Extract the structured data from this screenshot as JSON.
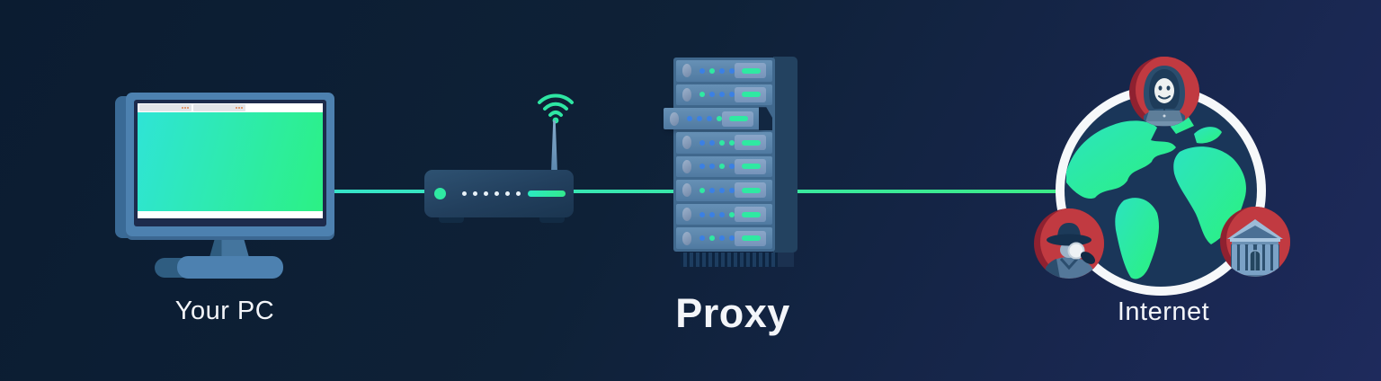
{
  "labels": {
    "pc": "Your PC",
    "proxy": "Proxy",
    "internet": "Internet"
  },
  "colors": {
    "bg_start": "#0b1c31",
    "bg_mid": "#0e2137",
    "bg_end": "#1e2a5c",
    "line_start": "#36e3c9",
    "line_end": "#3cea87",
    "screen_start": "#2fe4d6",
    "screen_end": "#2cf184",
    "monitor_blue": "#4d81b0",
    "monitor_dark": "#1d2b4c",
    "rack_frame": "#40688d",
    "unit_top": "#6690b5",
    "unit_bottom": "#507aa1",
    "dot_blue": "#3b80e4",
    "dot_green": "#2fe9a2",
    "badge_red": "#c13a41",
    "badge_red_dark": "#8f2130",
    "ring_white": "#f6f8fa",
    "ocean": "#1a3659",
    "land_start": "#2ce3c0",
    "land_end": "#2bf27e",
    "tab_dot_orange": "#e0824d",
    "text_light": "#f3f5f9"
  },
  "router": {
    "led_count": 6
  },
  "server": {
    "rows": [
      {
        "dots": [
          "blue",
          "green",
          "blue",
          "blue"
        ],
        "pulled": false
      },
      {
        "dots": [
          "green",
          "blue",
          "blue",
          "blue"
        ],
        "pulled": false
      },
      {
        "dots": [
          "blue",
          "blue",
          "blue",
          "green"
        ],
        "pulled": true
      },
      {
        "dots": [
          "blue",
          "blue",
          "green",
          "green"
        ],
        "pulled": false
      },
      {
        "dots": [
          "blue",
          "blue",
          "green",
          "blue"
        ],
        "pulled": false
      },
      {
        "dots": [
          "green",
          "blue",
          "blue",
          "blue"
        ],
        "pulled": false
      },
      {
        "dots": [
          "blue",
          "blue",
          "blue",
          "green"
        ],
        "pulled": false
      },
      {
        "dots": [
          "blue",
          "green",
          "blue",
          "blue"
        ],
        "pulled": false
      }
    ]
  },
  "globe_badges": [
    "hacker",
    "spy",
    "bank"
  ]
}
